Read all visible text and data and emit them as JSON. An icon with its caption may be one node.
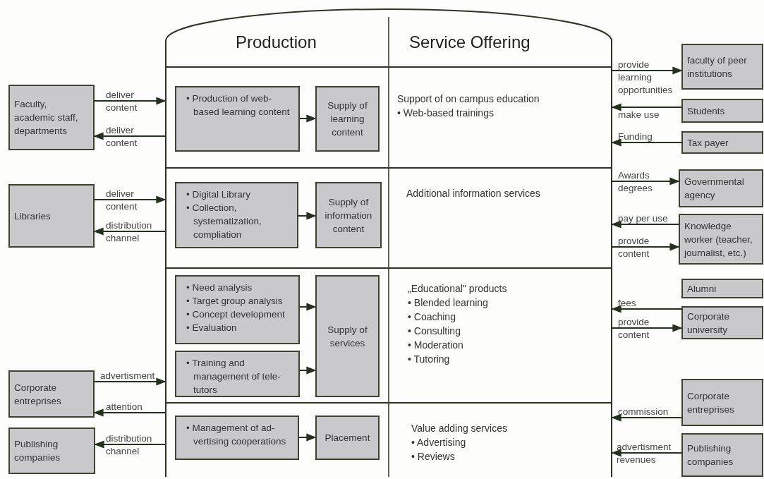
{
  "diagram": {
    "nodes": [
      {
        "text": [
          "Production",
          "Service Offering"
        ]
      },
      {
        "text": [
          "Faculty, academic staff, departments"
        ]
      },
      {
        "text": [
          "• Production of web-based learning content"
        ],
        "in": 0
      },
      {
        "text": [
          "Supply of learning content"
        ],
        "in": 0
      },
      {
        "text": [
          "faculty of peer institutions"
        ]
      },
      {
        "text": [
          "Students"
        ]
      },
      {
        "text": [
          "Tax payer"
        ]
      },
      {
        "text": [
          "Libraries"
        ]
      },
      {
        "text": [
          "• Digital Library",
          "• Collection, systematization, compliation"
        ],
        "in": 0
      },
      {
        "text": [
          "Supply of information content"
        ],
        "in": 0
      },
      {
        "text": [
          "Governmental agency"
        ]
      },
      {
        "text": [
          "Knowledge worker (teacher, journalist, etc.)"
        ]
      },
      {
        "text": [
          "• Need analysis",
          "• Target group analysis",
          "• Concept development",
          "• Evaluation"
        ],
        "in": 0
      },
      {
        "text": [
          "• Training and management of tele-tutors"
        ],
        "in": 0
      },
      {
        "text": [
          "Supply of services"
        ],
        "in": 0
      },
      {
        "text": [
          "Alumni"
        ]
      },
      {
        "text": [
          "Corporate university"
        ]
      },
      {
        "text": [
          "Corporate entreprises"
        ]
      },
      {
        "text": [
          "Publishing companies"
        ]
      },
      {
        "text": [
          "• Management of ad-vertising cooperations"
        ],
        "in": 0
      },
      {
        "text": [
          "Placement"
        ],
        "in": 0
      },
      {
        "text": [
          "Corporate entreprises"
        ]
      },
      {
        "text": [
          "Publishing companies"
        ]
      }
    ],
    "edges": [
      {
        "from": 1,
        "to": 0,
        "arrow": "to",
        "label": "deliver content"
      },
      {
        "from": 0,
        "to": 1,
        "arrow": "to",
        "label": "deliver content"
      },
      {
        "from": 2,
        "to": 3,
        "arrow": "to"
      },
      {
        "from": 0,
        "to": 4,
        "arrow": "to",
        "label": "provide learning opportunities"
      },
      {
        "from": 5,
        "to": 0,
        "arrow": "to",
        "label": "make use"
      },
      {
        "from": 6,
        "to": 0,
        "arrow": "to",
        "label": "Funding"
      },
      {
        "from": 7,
        "to": 0,
        "arrow": "to",
        "label": "deliver content"
      },
      {
        "from": 0,
        "to": 7,
        "arrow": "to",
        "label": "distribution channel"
      },
      {
        "from": 8,
        "to": 9,
        "arrow": "to"
      },
      {
        "from": 0,
        "to": 10,
        "arrow": "to",
        "label": "Awards degrees"
      },
      {
        "from": 11,
        "to": 0,
        "arrow": "to",
        "label": "pay per use"
      },
      {
        "from": 0,
        "to": 11,
        "arrow": "to",
        "label": "provide content"
      },
      {
        "from": 12,
        "to": 14,
        "arrow": "to"
      },
      {
        "from": 13,
        "to": 14,
        "arrow": "to"
      },
      {
        "from": 17,
        "to": 0,
        "arrow": "to",
        "label": "advertisment"
      },
      {
        "from": 0,
        "to": 17,
        "arrow": "to",
        "label": "attention"
      },
      {
        "from": 0,
        "to": 18,
        "arrow": "to",
        "label": "distribution channel"
      },
      {
        "from": 16,
        "to": 0,
        "arrow": "to",
        "label": "fees"
      },
      {
        "from": 0,
        "to": 16,
        "arrow": "to",
        "label": "provide content"
      },
      {
        "from": 19,
        "to": 20,
        "arrow": "to"
      },
      {
        "from": 21,
        "to": 0,
        "arrow": "to",
        "label": "commission"
      },
      {
        "from": 22,
        "to": 0,
        "arrow": "to",
        "label": "advertisment revenues"
      }
    ],
    "labels": [
      "Support of on campus education",
      "• Web-based trainings",
      "Additional information services",
      "„Educational\" products",
      "• Blended learning",
      "• Coaching",
      "• Consulting",
      "• Moderation",
      "• Tutoring",
      "Value adding services",
      "• Advertising",
      "• Reviews"
    ]
  }
}
